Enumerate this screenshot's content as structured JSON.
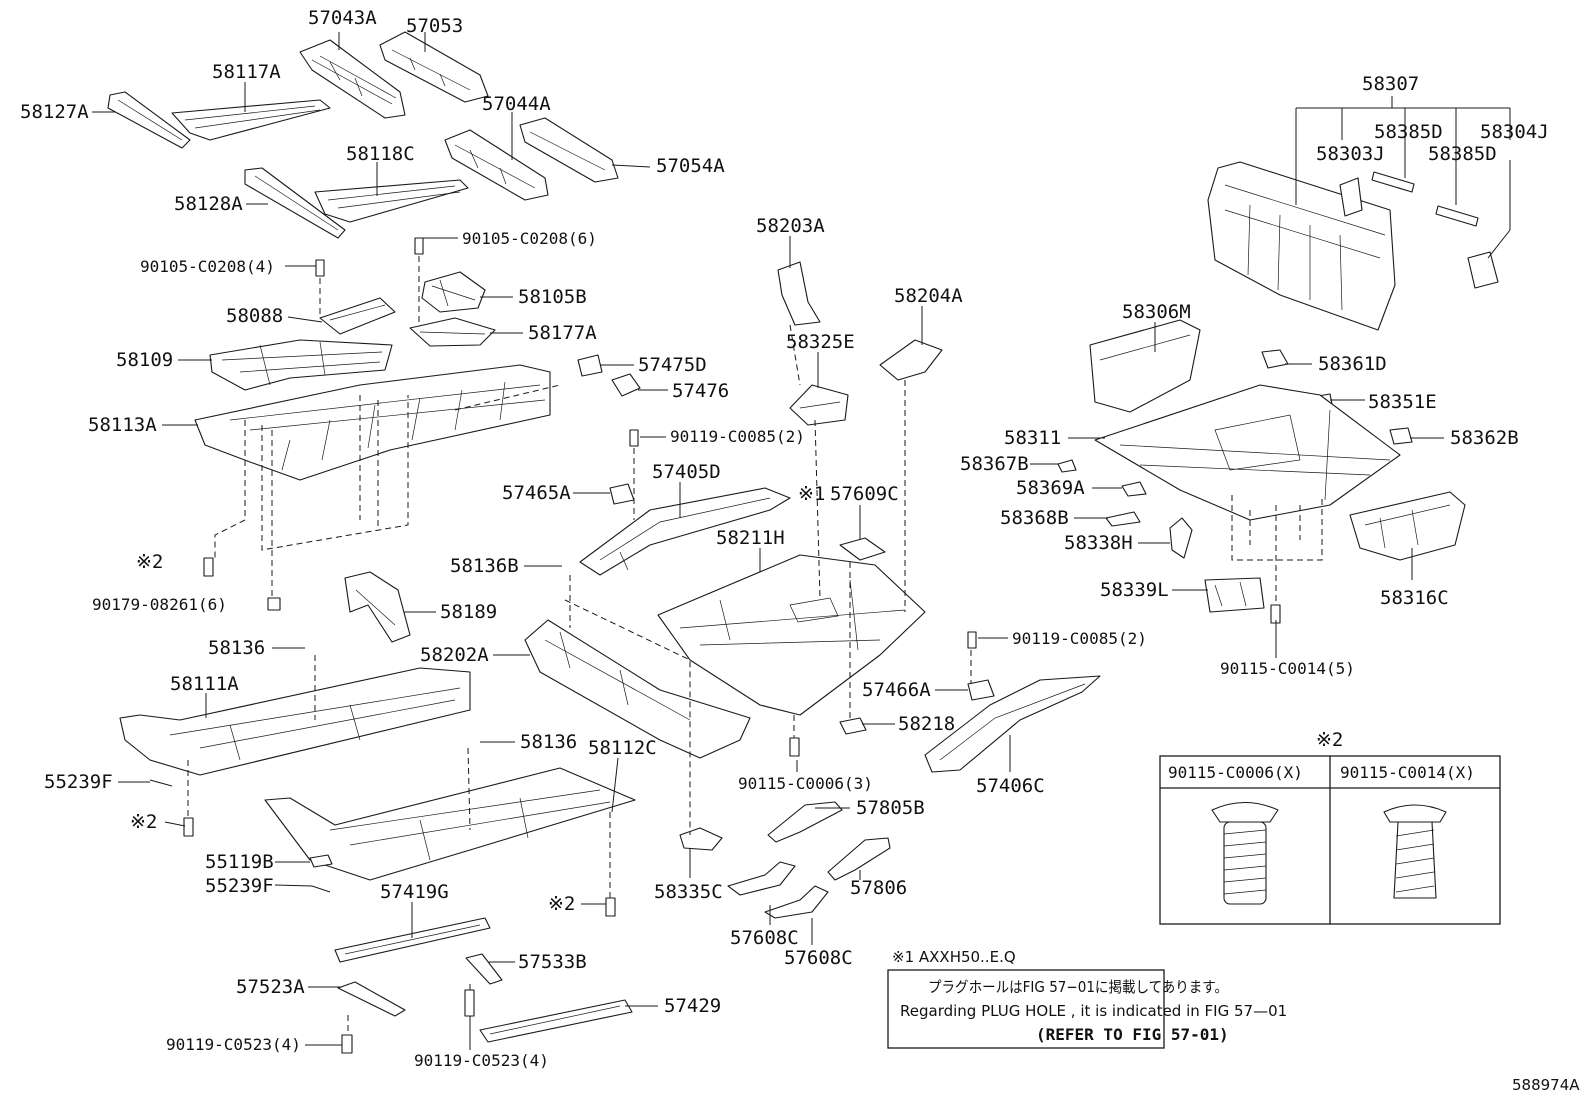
{
  "labels": {
    "l57043A": "57043A",
    "l57053": "57053",
    "l58117A": "58117A",
    "l58127A": "58127A",
    "l57044A": "57044A",
    "l57054A": "57054A",
    "l58118C": "58118C",
    "l58128A": "58128A",
    "l90105a": "90105-C0208(6)",
    "l90105b": "90105-C0208(4)",
    "l58105B": "58105B",
    "l58088": "58088",
    "l58177A": "58177A",
    "l58109": "58109",
    "l57475D": "57475D",
    "l57476": "57476",
    "l58113A": "58113A",
    "l90119a": "90119-C0085(2)",
    "l57465A": "57465A",
    "l57405D": "57405D",
    "l58136B": "58136B",
    "l58189": "58189",
    "l90179": "90179-08261(6)",
    "l58136a": "58136",
    "l58111A": "58111A",
    "l58202A": "58202A",
    "l58136b": "58136",
    "l58112C": "58112C",
    "l55239Fa": "55239F",
    "l55119B": "55119B",
    "l55239Fb": "55239F",
    "l57419G": "57419G",
    "l57533B": "57533B",
    "l57523A": "57523A",
    "l57429": "57429",
    "l90119c": "90119-C0523(4)",
    "l90119d": "90119-C0523(4)",
    "l58203A": "58203A",
    "l58204A": "58204A",
    "l58325E": "58325E",
    "l57609C": "57609C",
    "l58211H": "58211H",
    "l90119b": "90119-C0085(2)",
    "l57466A": "57466A",
    "l58218": "58218",
    "l57406C": "57406C",
    "l90115a": "90115-C0006(3)",
    "l57805B": "57805B",
    "l58335C": "58335C",
    "l57806": "57806",
    "l57608Ca": "57608C",
    "l57608Cb": "57608C",
    "l58307": "58307",
    "l58385Da": "58385D",
    "l58304J": "58304J",
    "l58303J": "58303J",
    "l58385Db": "58385D",
    "l58306M": "58306M",
    "l58361D": "58361D",
    "l58351E": "58351E",
    "l58311": "58311",
    "l58362B": "58362B",
    "l58367B": "58367B",
    "l58369A": "58369A",
    "l58368B": "58368B",
    "l58338H": "58338H",
    "l58339L": "58339L",
    "l58316C": "58316C",
    "l90115b": "90115-C0014(5)"
  },
  "marks": {
    "ref2": "※2",
    "ref1": "※1"
  },
  "fastener_table": {
    "title": "※2",
    "col1": "90115-C0006(X)",
    "col2": "90115-C0014(X)"
  },
  "note": {
    "variant": "※1 AXXH50..E.Q",
    "line_ja": "プラグホールはFIG 57−01に掲載してあります。",
    "line_en": "Regarding  PLUG  HOLE , it is indicated in FIG  57—01",
    "line_ref": "(REFER TO FIG 57-01)"
  },
  "illustration_id": "588974A"
}
